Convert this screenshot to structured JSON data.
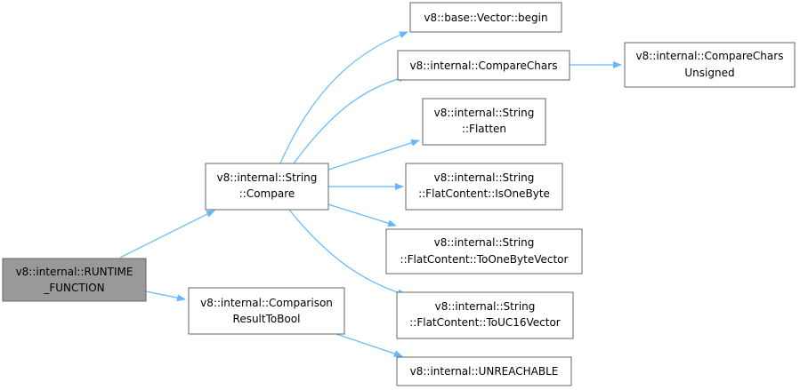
{
  "colors": {
    "edge": "#63b8ff",
    "node_border": "#666666",
    "node_fill": "#ffffff",
    "root_fill": "#999999"
  },
  "nodes": {
    "runtime_function": [
      "v8::internal::RUNTIME",
      "_FUNCTION"
    ],
    "string_compare": [
      "v8::internal::String",
      "::Compare"
    ],
    "comparison_result_to_bool": [
      "v8::internal::Comparison",
      "ResultToBool"
    ],
    "vector_begin": [
      "v8::base::Vector::begin"
    ],
    "compare_chars": [
      "v8::internal::CompareChars"
    ],
    "compare_chars_unsigned": [
      "v8::internal::CompareChars",
      "Unsigned"
    ],
    "string_flatten": [
      "v8::internal::String",
      "::Flatten"
    ],
    "is_one_byte": [
      "v8::internal::String",
      "::FlatContent::IsOneByte"
    ],
    "to_one_byte_vector": [
      "v8::internal::String",
      "::FlatContent::ToOneByteVector"
    ],
    "to_uc16_vector": [
      "v8::internal::String",
      "::FlatContent::ToUC16Vector"
    ],
    "unreachable": [
      "v8::internal::UNREACHABLE"
    ]
  },
  "edges": [
    [
      "runtime_function",
      "string_compare"
    ],
    [
      "runtime_function",
      "comparison_result_to_bool"
    ],
    [
      "string_compare",
      "vector_begin"
    ],
    [
      "string_compare",
      "compare_chars"
    ],
    [
      "string_compare",
      "string_flatten"
    ],
    [
      "string_compare",
      "is_one_byte"
    ],
    [
      "string_compare",
      "to_one_byte_vector"
    ],
    [
      "string_compare",
      "to_uc16_vector"
    ],
    [
      "compare_chars",
      "compare_chars_unsigned"
    ],
    [
      "comparison_result_to_bool",
      "unreachable"
    ]
  ]
}
